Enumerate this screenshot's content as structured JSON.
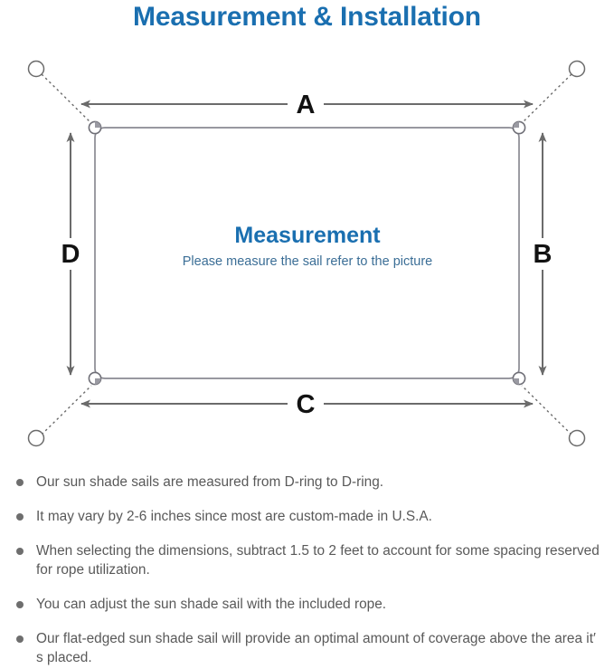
{
  "page": {
    "title": "Measurement & Installation",
    "title_color": "#1a6fb0",
    "background": "#ffffff"
  },
  "diagram": {
    "name": "sun-shade-sail-measurement-diagram",
    "sail_label_heading": "Measurement",
    "sail_label_sub": "Please measure the sail refer to the picture",
    "line_color": "#6b6b6b",
    "sail_border_color": "#8a8a92",
    "dimension_labels": [
      {
        "id": "A",
        "label": "A",
        "position": "top",
        "edge": "top-width"
      },
      {
        "id": "B",
        "label": "B",
        "position": "right",
        "edge": "right-height"
      },
      {
        "id": "C",
        "label": "C",
        "position": "bottom",
        "edge": "bottom-width"
      },
      {
        "id": "D",
        "label": "D",
        "position": "left",
        "edge": "left-height"
      }
    ],
    "d_rings": [
      {
        "id": "top-left",
        "corner": "top-left"
      },
      {
        "id": "top-right",
        "corner": "top-right"
      },
      {
        "id": "bottom-left",
        "corner": "bottom-left"
      },
      {
        "id": "bottom-right",
        "corner": "bottom-right"
      }
    ],
    "anchor_points": [
      {
        "id": "anchor-top-left",
        "corner": "top-left"
      },
      {
        "id": "anchor-top-right",
        "corner": "top-right"
      },
      {
        "id": "anchor-bottom-left",
        "corner": "bottom-left"
      },
      {
        "id": "anchor-bottom-right",
        "corner": "bottom-right"
      }
    ]
  },
  "notes": [
    "Our sun shade sails are measured from D-ring to D-ring.",
    "It may vary by 2-6 inches since most are custom-made in U.S.A.",
    "When selecting the dimensions, subtract 1.5 to 2 feet to account for some spacing reserved for rope utilization.",
    "You can adjust the sun shade sail with the included rope.",
    "Our flat-edged sun shade sail will provide an optimal amount of coverage above the area it′ s placed."
  ]
}
